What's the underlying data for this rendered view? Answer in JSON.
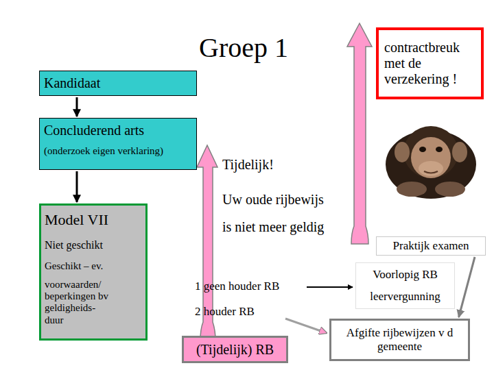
{
  "diagram": {
    "title": "Groep 1",
    "nodes": [
      {
        "text": [
          "Kandidaat"
        ]
      },
      {
        "text": [
          "Concluderend arts",
          "(onderzoek eigen verklaring)"
        ]
      },
      {
        "text": [
          "Model VII",
          "Niet geschikt",
          "Geschikt – ev.",
          "voorwaarden/ beperkingen bv geldigheids- duur"
        ]
      },
      {
        "text": [
          "contractbreuk met de verzekering !"
        ]
      },
      {
        "text": [
          "Praktijk examen"
        ]
      },
      {
        "text": [
          "Voorlopig RB",
          "leervergunning"
        ]
      },
      {
        "text": [
          "(Tijdelijk) RB"
        ]
      },
      {
        "text": [
          "Afgifte rijbewijzen v d gemeente"
        ]
      }
    ],
    "edges": [
      {
        "from": 0,
        "to": 1,
        "arrow": "to"
      },
      {
        "from": 1,
        "to": 2,
        "arrow": "to"
      },
      {
        "from": 4,
        "to": 7,
        "arrow": "to"
      }
    ],
    "labels": [
      "Tijdelijk!",
      "Uw oude rijbewijs",
      "is niet meer geldig",
      "1 geen houder RB",
      "2 houder RB"
    ]
  }
}
